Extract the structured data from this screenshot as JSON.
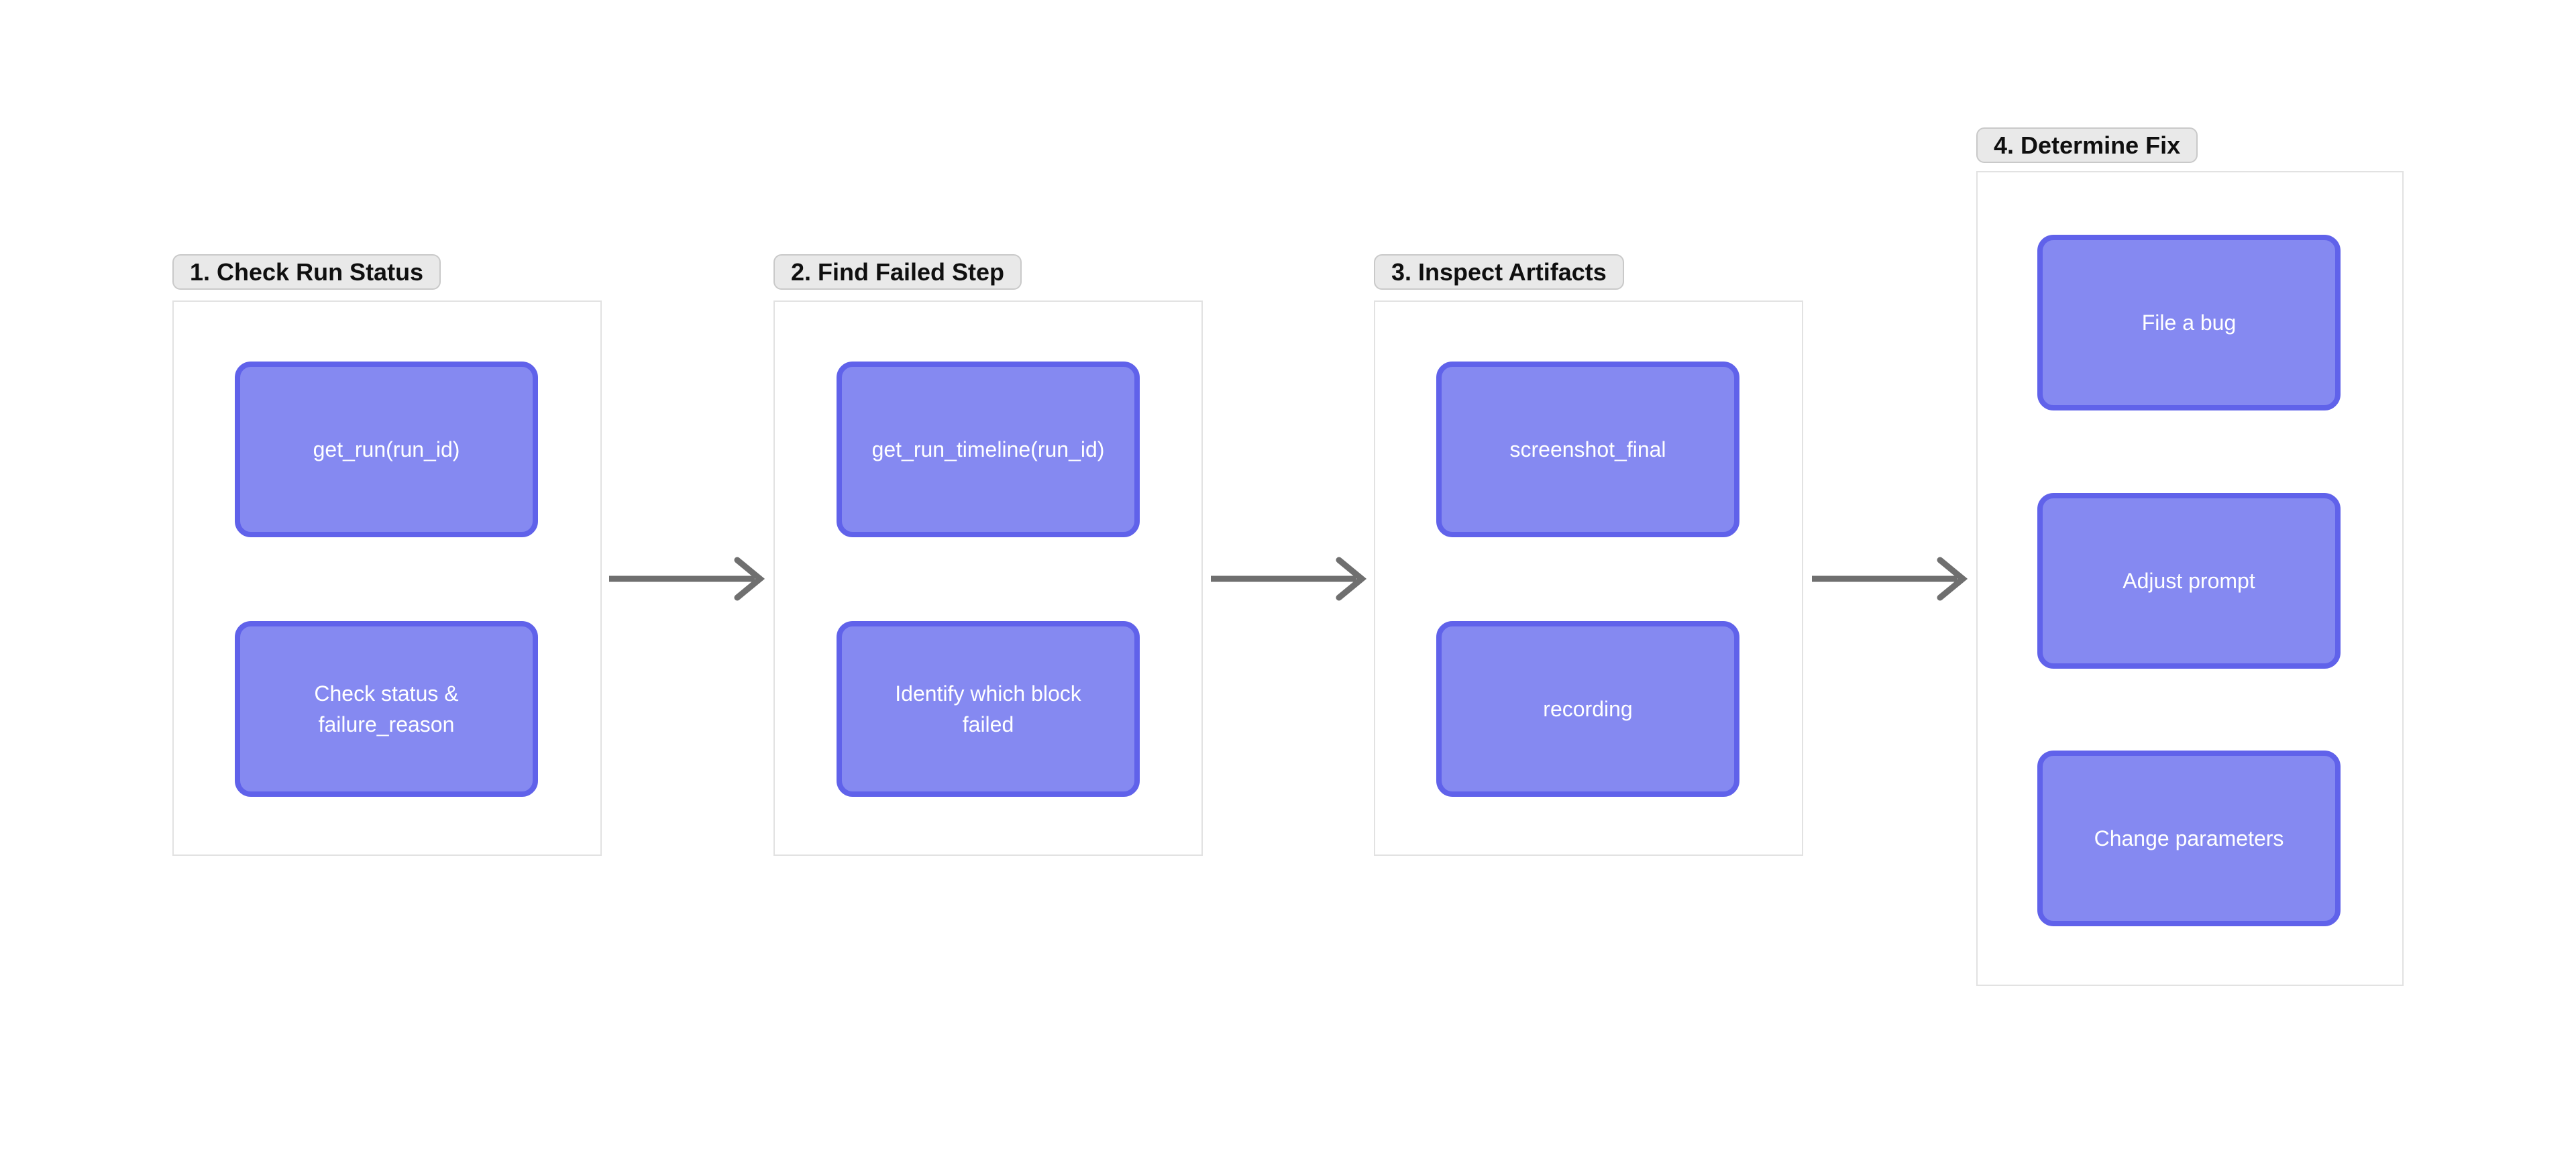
{
  "diagram_title": "",
  "colors": {
    "background": "#ffffff",
    "node_fill": "#8589f1",
    "node_border": "#6062ea",
    "node_text": "#ffffff",
    "group_border": "#e2e2e2",
    "group_fill": "#ffffff",
    "label_bg": "#e9e9e9",
    "label_border": "#c9c9c9",
    "label_text": "#0f0f0f",
    "arrow": "#6f6f6f"
  },
  "groups": [
    {
      "label": "1. Check Run Status",
      "nodes": [
        {
          "text": "get_run(run_id)"
        },
        {
          "text": "Check status &\nfailure_reason"
        }
      ]
    },
    {
      "label": "2. Find Failed Step",
      "nodes": [
        {
          "text": "get_run_timeline(run_id)"
        },
        {
          "text": "Identify which block\nfailed"
        }
      ]
    },
    {
      "label": "3. Inspect Artifacts",
      "nodes": [
        {
          "text": "screenshot_final"
        },
        {
          "text": "recording"
        }
      ]
    },
    {
      "label": "4. Determine Fix",
      "nodes": [
        {
          "text": "File a bug"
        },
        {
          "text": "Adjust prompt"
        },
        {
          "text": "Change parameters"
        }
      ]
    }
  ],
  "edges": [
    {
      "from": "1. Check Run Status",
      "to": "2. Find Failed Step",
      "icon": "arrow-right"
    },
    {
      "from": "2. Find Failed Step",
      "to": "3. Inspect Artifacts",
      "icon": "arrow-right"
    },
    {
      "from": "3. Inspect Artifacts",
      "to": "4. Determine Fix",
      "icon": "arrow-right"
    }
  ]
}
